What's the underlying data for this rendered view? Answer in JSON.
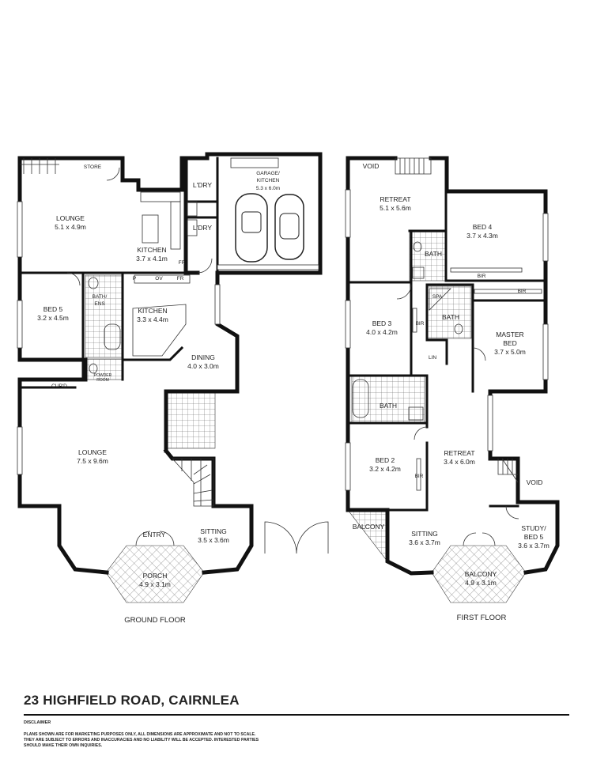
{
  "property": {
    "address": "23 HIGHFIELD ROAD, CAIRNLEA",
    "disclaimer_heading": "DISCLAIMER",
    "disclaimer_text": "PLANS SHOWN ARE FOR MARKETING PURPOSES ONLY, ALL DIMENSIONS ARE APPROXIMATE AND NOT TO SCALE. THEY ARE SUBJECT TO ERRORS AND INACCURACIES AND NO LIABILITY WILL BE ACCEPTED. INTERESTED PARTIES SHOULD MAKE THEIR OWN INQUIRIES."
  },
  "ground_floor": {
    "caption": "GROUND FLOOR",
    "store": "STORE",
    "lounge1": {
      "name": "LOUNGE",
      "size": "5.1 x 4.9m"
    },
    "kitchen1": {
      "name": "KITCHEN",
      "size": "3.7 x 4.1m"
    },
    "ldry1": "L'DRY",
    "ldry2": "L'DRY",
    "garage": {
      "name": "GARAGE/",
      "name2": "KITCHEN",
      "size": "5.3 x 6.0m"
    },
    "fr1": "FR",
    "fr2": "FR",
    "p": "P",
    "ov": "OV",
    "bed5": {
      "name": "BED 5",
      "size": "3.2 x 4.5m"
    },
    "bath_ens": {
      "name": "BATH/",
      "name2": "ENS"
    },
    "kitchen2": {
      "name": "KITCHEN",
      "size": "3.3 x 4.4m"
    },
    "powder": {
      "name": "POWDER",
      "name2": "ROOM"
    },
    "dining": {
      "name": "DINING",
      "size": "4.0 x 3.0m"
    },
    "cupd": "CUP'D",
    "lounge2": {
      "name": "LOUNGE",
      "size": "7.5 x 9.6m"
    },
    "sitting": {
      "name": "SITTING",
      "size": "3.5 x 3.6m"
    },
    "entry": "ENTRY",
    "porch": {
      "name": "PORCH",
      "size": "4.9 x 3.1m"
    }
  },
  "first_floor": {
    "caption": "FIRST FLOOR",
    "void1": "VOID",
    "retreat1": {
      "name": "RETREAT",
      "size": "5.1 x 5.6m"
    },
    "bed4": {
      "name": "BED 4",
      "size": "3.7 x 4.3m"
    },
    "bath1": "BATH",
    "bir1": "BIR",
    "bir2": "BIR",
    "spa": "SPA",
    "bath2": "BATH",
    "bed3": {
      "name": "BED 3",
      "size": "4.0 x 4.2m"
    },
    "bir3": "BIR",
    "master": {
      "name": "MASTER",
      "name2": "BED",
      "size": "3.7 x 5.0m"
    },
    "lin": "LIN",
    "bath3": "BATH",
    "bed2": {
      "name": "BED 2",
      "size": "3.2 x 4.2m"
    },
    "bir4": "BIR",
    "retreat2": {
      "name": "RETREAT",
      "size": "3.4 x 6.0m"
    },
    "void2": "VOID",
    "balcony1": "BALCONY",
    "sitting": {
      "name": "SITTING",
      "size": "3.6 x 3.7m"
    },
    "study": {
      "name": "STUDY/",
      "name2": "BED 5",
      "size": "3.6 x 3.7m"
    },
    "balcony2": {
      "name": "BALCONY",
      "size": "4.9 x 3.1m"
    }
  }
}
